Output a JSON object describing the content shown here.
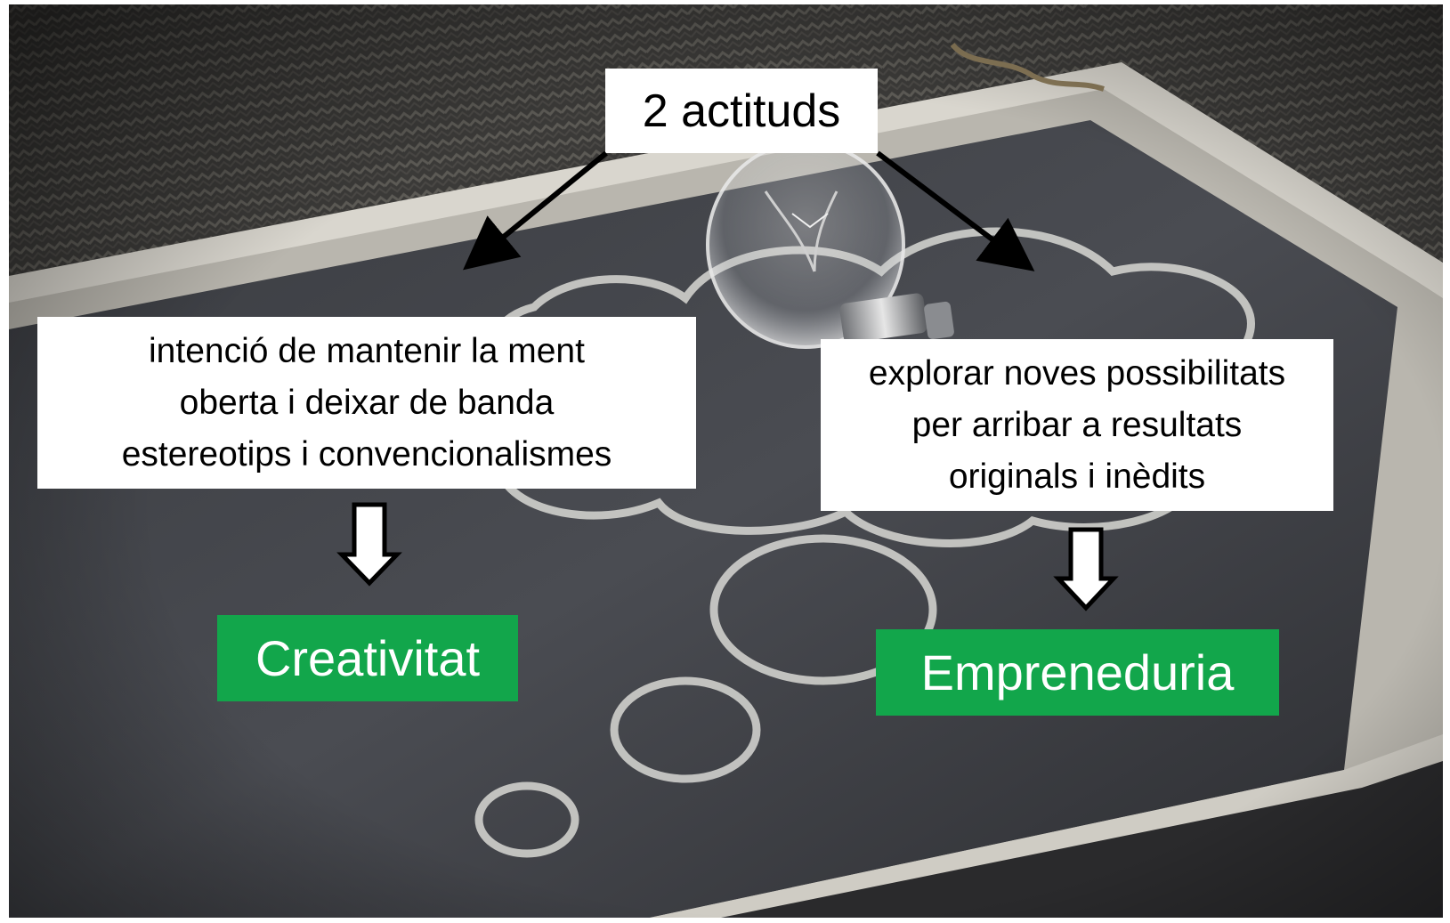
{
  "title": "2 actituds",
  "left": {
    "description_lines": [
      "intenció de mantenir la ment",
      "oberta i deixar de banda",
      "estereotips i convencionalismes"
    ],
    "result": "Creativitat"
  },
  "right": {
    "description_lines": [
      "explorar noves possibilitats",
      "per arribar a resultats",
      "originals i inèdits"
    ],
    "result": "Empreneduria"
  },
  "colors": {
    "result_background": "#12a64b",
    "box_background": "#ffffff",
    "arrow_stroke": "#000000",
    "chalkboard": "#3f4146",
    "chalk": "#d8d8d4"
  },
  "background_icon": "lightbulb-on-chalkboard-photo"
}
